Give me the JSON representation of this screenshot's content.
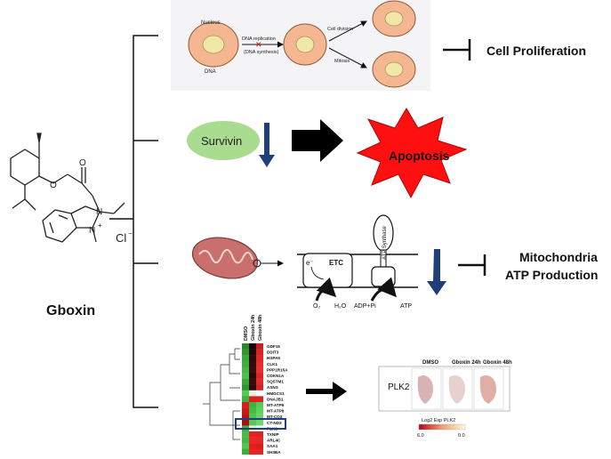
{
  "compound": {
    "name": "Gboxin",
    "counterion": "Cl",
    "counterion_charge": "−",
    "atom_n": "N",
    "atom_o": "O",
    "atom_nplus": "N",
    "plus": "+"
  },
  "cell_cycle": {
    "nucleus": "Nucleus",
    "dna": "DNA",
    "replication_1": "DNA replication",
    "replication_2": "(DNA synthesis)",
    "cell_division": "Cell division",
    "mitosis": "Mitosis"
  },
  "proliferation_label": "Cell Proliferation",
  "survivin_label": "Survivin",
  "apoptosis_label": "Apoptosis",
  "etc_diagram": {
    "electron": "e⁻",
    "etc": "ETC",
    "o2": "O₂",
    "h2o": "H₂O",
    "atp_synthase": "ATP Synthase",
    "adp_pi": "ADP+Pi",
    "atp": "ATP"
  },
  "mito_label_1": "Mitochondria",
  "mito_label_2": "ATP Production",
  "heatmap": {
    "columns": [
      "DMSO",
      "Gboxin 24h",
      "Gboxin 48h"
    ],
    "genes": [
      "GDF15",
      "DDIT3",
      "HSPA5",
      "CLK1",
      "PPP1R15A",
      "CDKN1A",
      "SQSTM1",
      "ASNS",
      "HMGCS1",
      "DNAJB1",
      "MT-ATP6",
      "MT-ATP8",
      "MT-CO3",
      "CT-ND3",
      "PLK2",
      "TXNIP",
      "ARL4C",
      "SAA1",
      "SH3BA"
    ],
    "highlighted": "PLK2"
  },
  "plk2_panel": {
    "gene": "PLK2",
    "columns": [
      "DMSO",
      "Gboxin 24h",
      "Gboxin 48h"
    ],
    "legend_title": "Log2 Exp PLK2",
    "legend_min": "6.0",
    "legend_max": "0.0"
  }
}
